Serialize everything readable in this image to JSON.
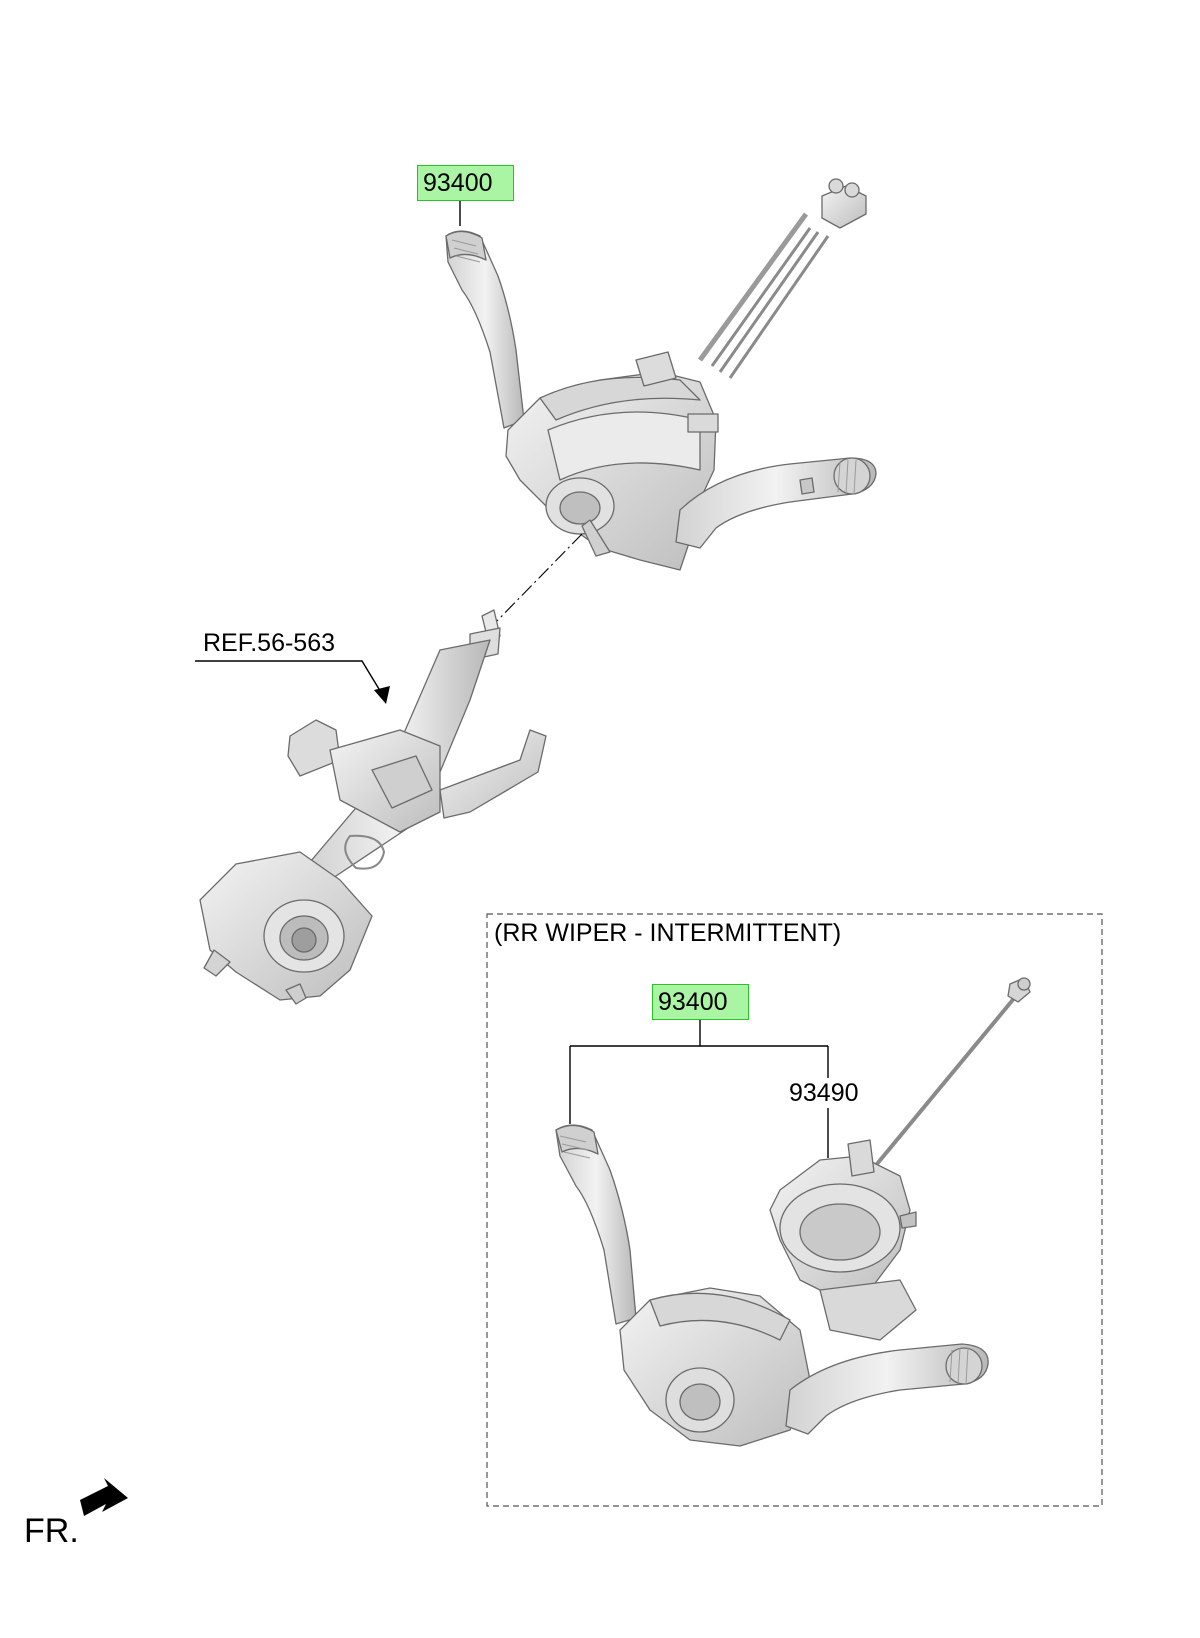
{
  "callouts": {
    "top_part": "93400",
    "ref": "REF.56-563",
    "inset_part": "93400",
    "inset_sub": "93490"
  },
  "inset": {
    "title": "(RR WIPER - INTERMITTENT)"
  },
  "orientation": {
    "label": "FR."
  },
  "colors": {
    "highlight_fill": "#a9f5a4",
    "highlight_border": "#29c227",
    "part_fill": "#e6e6e6",
    "part_shade": "#c4c4c4",
    "part_stroke": "#6b6b6b"
  }
}
